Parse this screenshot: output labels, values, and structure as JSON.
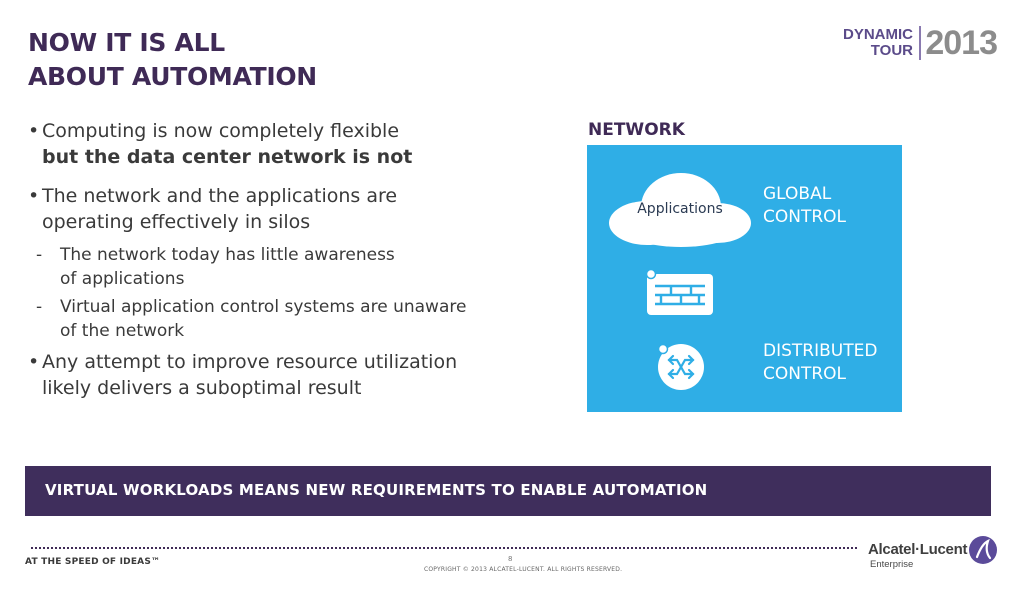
{
  "slide": {
    "title_lines": [
      "NOW IT IS ALL",
      "ABOUT AUTOMATION"
    ],
    "brand": {
      "line1": "DYNAMIC",
      "line2": "TOUR",
      "year": "2013"
    },
    "bullets": {
      "b1_line1": "Computing is now completely flexible",
      "b1_line2_bold": "but the data center network is not",
      "b2_line1": "The network and the applications are",
      "b2_line2": "operating effectively in silos",
      "sub1_line1": "The network today has little awareness",
      "sub1_line2": "of applications",
      "sub2_line1": "Virtual application control systems are unaware",
      "sub2_line2": "of the network",
      "b3_line1": "Any attempt to improve resource utilization",
      "b3_line2": "likely delivers a suboptimal result"
    },
    "network": {
      "label": "NETWORK",
      "cloud_text": "Applications",
      "global_control": [
        "GLOBAL",
        "CONTROL"
      ],
      "distributed_control": [
        "DISTRIBUTED",
        "CONTROL"
      ],
      "icons": [
        "cloud-icon",
        "firewall-icon",
        "switch-icon"
      ]
    },
    "banner": "VIRTUAL WORKLOADS MEANS NEW REQUIREMENTS TO ENABLE AUTOMATION",
    "footer": {
      "tagline": "AT THE SPEED OF IDEAS™",
      "page": "8",
      "copyright": "COPYRIGHT © 2013 ALCATEL-LUCENT.   ALL RIGHTS RESERVED.",
      "company": "Alcatel·Lucent",
      "company_sub": "Enterprise"
    },
    "colors": {
      "title": "#3f2a56",
      "panel": "#2faee6",
      "banner": "#3f2e5c",
      "brand": "#5b4b8a"
    }
  }
}
